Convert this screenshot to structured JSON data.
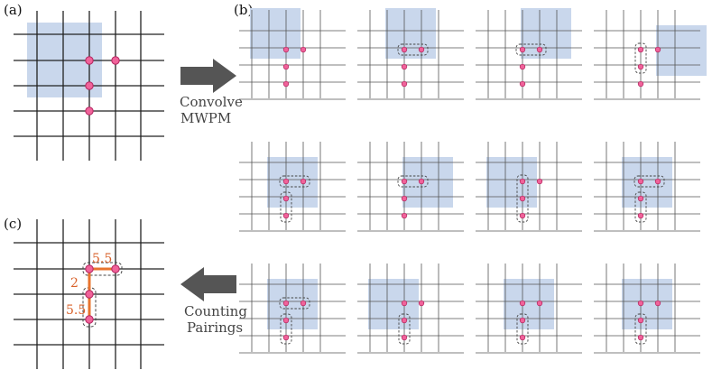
{
  "panel_labels": {
    "a": "(a)",
    "b": "(b)",
    "c": "(c)"
  },
  "arrows": {
    "convolve": {
      "line1": "Convolve",
      "line2": "MWPM"
    },
    "counting": {
      "line1": "Counting",
      "line2": "Pairings"
    }
  },
  "weights": {
    "top": "5.5",
    "middle": "2",
    "bottom": "5.5"
  },
  "colors": {
    "window": "#c9d7ec",
    "grid_strong": "#222222",
    "grid_light": "#555555",
    "defect_fill": "#f0639a",
    "defect_stroke": "#b3245f",
    "pair_box": "#444444",
    "edge": "#e8742e",
    "arrow": "#555555"
  },
  "icons": {
    "arrow_right": "arrow-right-icon",
    "arrow_left": "arrow-left-icon"
  }
}
